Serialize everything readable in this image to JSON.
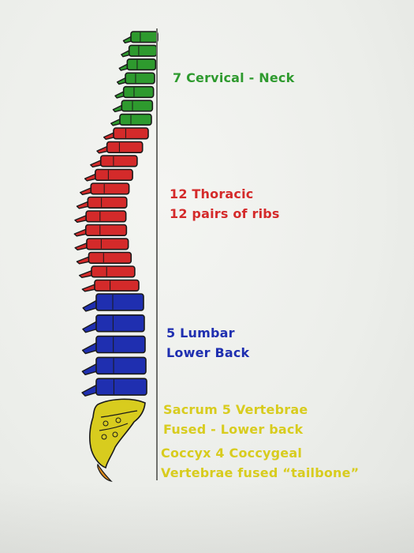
{
  "colors": {
    "cervical": "#2e9a2e",
    "thoracic": "#d42a2a",
    "lumbar": "#1f2fb0",
    "sacrum": "#d8cc1e",
    "coccyx_tip": "#e08a1a",
    "outline": "#1a1a1a"
  },
  "regions": {
    "cervical": {
      "line1": "7 Cervical - Neck",
      "vertebra_count": 7
    },
    "thoracic": {
      "line1": "12 Thoracic",
      "line2": "12 pairs of ribs",
      "vertebra_count": 12
    },
    "lumbar": {
      "line1": "5 Lumbar",
      "line2": "Lower Back",
      "vertebra_count": 5
    },
    "sacrum": {
      "line1": "Sacrum 5 Vertebrae",
      "line2": "Fused - Lower back"
    },
    "coccyx": {
      "line1": "Coccyx 4 Coccygeal",
      "line2": "Vertebrae fused “tailbone”"
    }
  }
}
